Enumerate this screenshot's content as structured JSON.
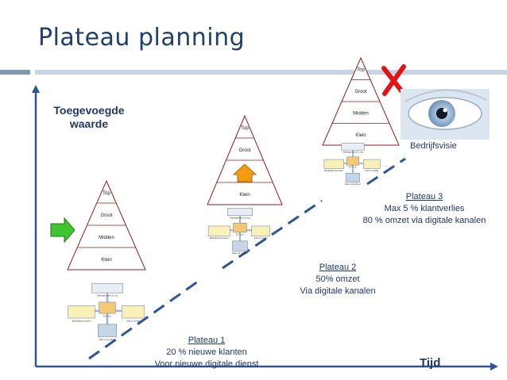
{
  "slide": {
    "title": "Plateau planning"
  },
  "axes": {
    "y_label": "Toegevoegde waarde",
    "x_label": "Tijd"
  },
  "pyramid_levels": [
    "Top",
    "Groot",
    "Midden",
    "Klein"
  ],
  "mini_diagram": {
    "top": "Management & org",
    "center": "ICT e.a.",
    "left": "Bedrijfsprocessen",
    "right": "Info & media",
    "bottom": "Mens & cultuur"
  },
  "plateaus": [
    {
      "title": "Plateau 1",
      "line1": "20 % nieuwe klanten",
      "line2": "Voor nieuwe digitale dienst"
    },
    {
      "title": "Plateau 2",
      "line1": "50% omzet",
      "line2": "Via digitale kanalen"
    },
    {
      "title": "Plateau 3",
      "line1": "Max 5 % klantverlies",
      "line2": "80 % omzet via digitale kanalen"
    }
  ],
  "vision": {
    "label": "Bedrijfsvisie",
    "icon": "eye-icon"
  },
  "markers": {
    "current_position": "green-arrow-icon",
    "next_step": "orange-up-arrow-icon",
    "blocked": "red-cross-icon"
  },
  "colors": {
    "title": "#1f3f6e",
    "text": "#1f3864",
    "path_line": "#2e5597",
    "pyramid_fill": "#ffffff",
    "green_arrow": "#3fc52f",
    "orange_arrow": "#f39c12",
    "red_cross": "#e0141a"
  }
}
